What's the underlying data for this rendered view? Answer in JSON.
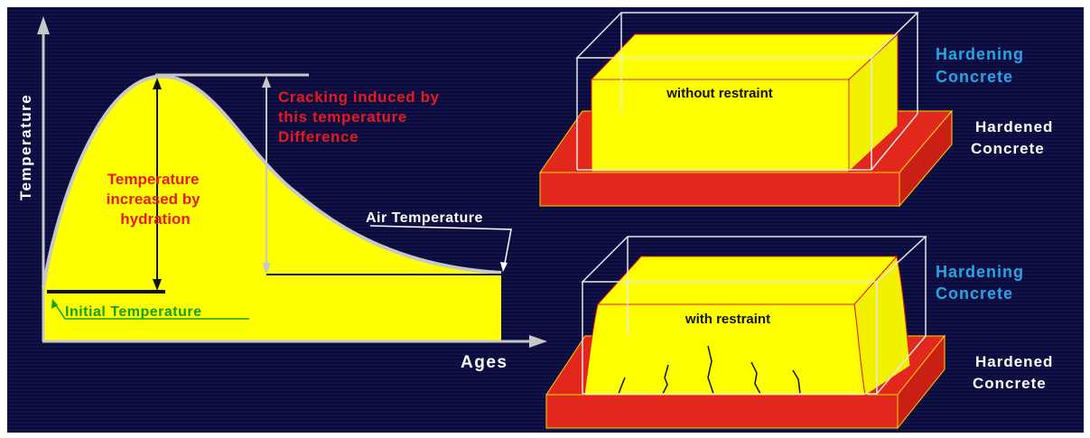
{
  "colors": {
    "background": "#0b0b3a",
    "curve_fill": "#ffff00",
    "curve_outline": "#c8c8c8",
    "axis": "#c8c8c8",
    "label_red": "#e8191f",
    "label_green": "#11a011",
    "label_cyan": "#27a5e6",
    "label_white": "#ffffff",
    "slab_red": "#e2281c"
  },
  "graph": {
    "y_axis_label": "Temperature",
    "x_axis_label": "Ages",
    "hydration_label": [
      "Temperature",
      "increased by",
      "hydration"
    ],
    "cracking_label": [
      "Cracking induced by",
      "this temperature",
      "Difference"
    ],
    "air_temperature_label": "Air Temperature",
    "initial_temperature_label": "Initial Temperature"
  },
  "slabs": {
    "top": {
      "inner_label": "without restraint",
      "hardening_label": [
        "Hardening",
        "Concrete"
      ],
      "hardened_label": [
        "Hardened",
        "Concrete"
      ]
    },
    "bottom": {
      "inner_label": "with restraint",
      "hardening_label": [
        "Hardening",
        "Concrete"
      ],
      "hardened_label": [
        "Hardened",
        "Concrete"
      ]
    }
  }
}
